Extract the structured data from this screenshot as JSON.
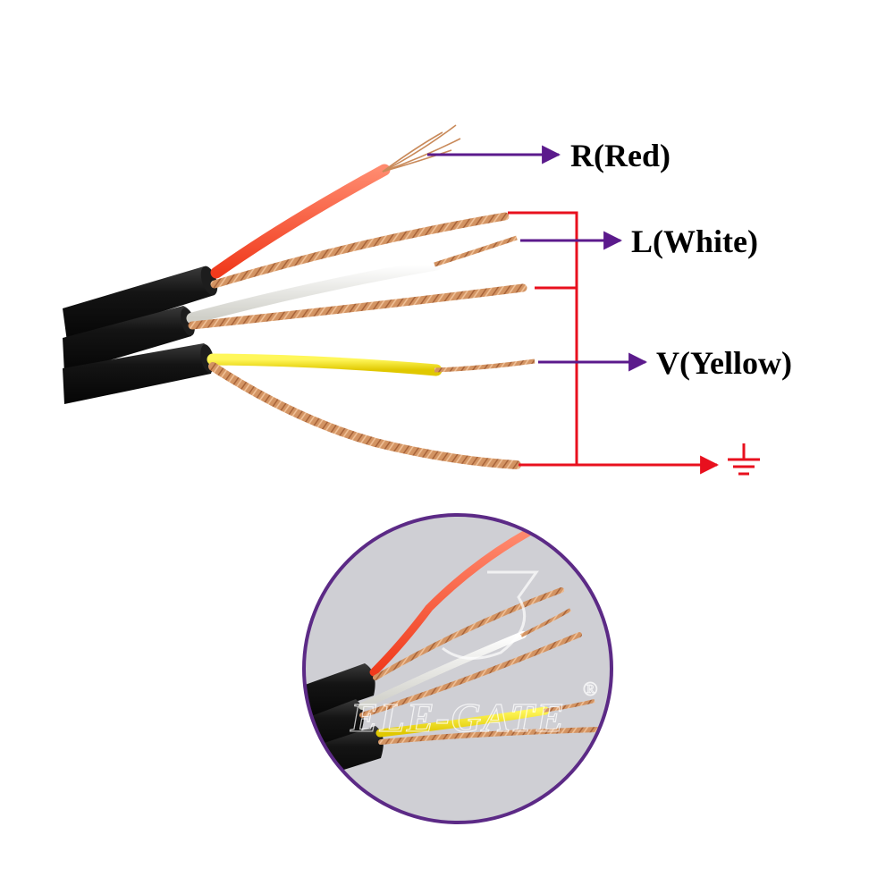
{
  "labels": {
    "red": "R(Red)",
    "white": "L(White)",
    "yellow": "V(Yellow)"
  },
  "watermark": {
    "brand": "ELE-GATE",
    "registered": "®"
  },
  "icons": {
    "ground": "ground-symbol-icon"
  },
  "colors": {
    "arrow_purple": "#5b1a8c",
    "bracket_red": "#e8101e",
    "ground_red": "#e8101e",
    "circle_border": "#5c2a86",
    "circle_fill": "#c9c9cf",
    "jacket_black": "#111111",
    "copper": "#c98a5a",
    "wire_red": "#ff5a3a",
    "wire_white": "#f2f2ee",
    "wire_yellow": "#f5e400"
  }
}
